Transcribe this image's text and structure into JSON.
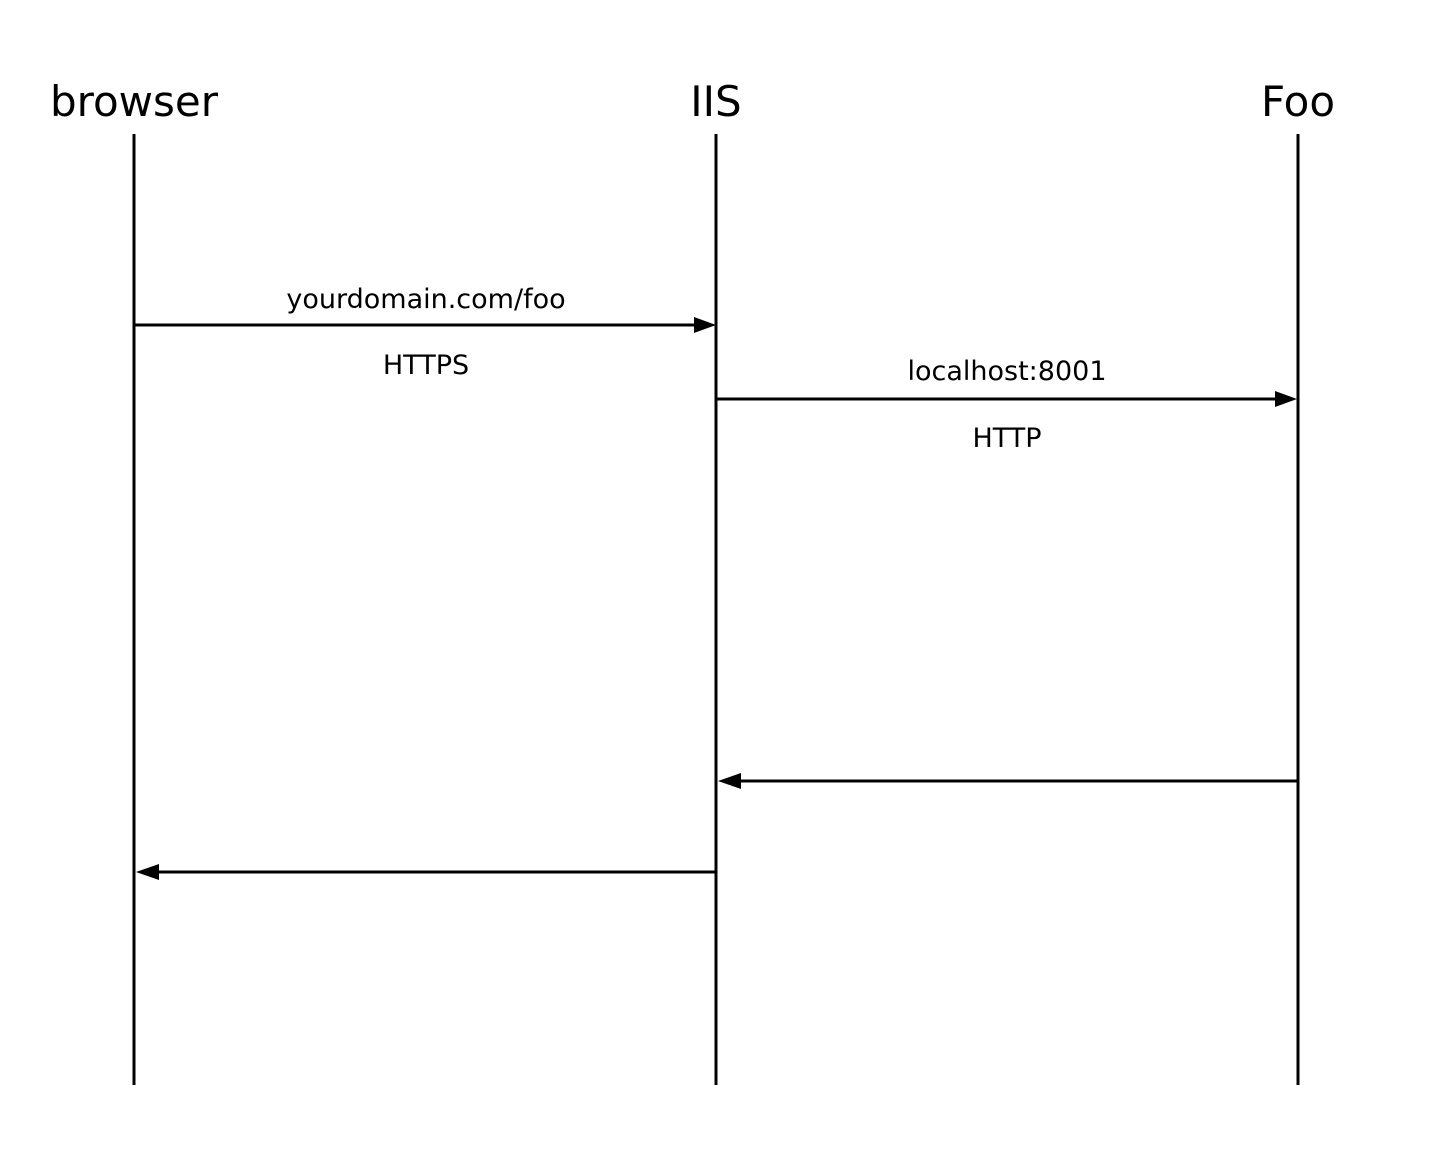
{
  "participants": [
    {
      "id": "browser",
      "label": "browser"
    },
    {
      "id": "iis",
      "label": "IIS"
    },
    {
      "id": "foo",
      "label": "Foo"
    }
  ],
  "messages": [
    {
      "from": "browser",
      "to": "iis",
      "label_above": "yourdomain.com/foo",
      "label_below": "HTTPS"
    },
    {
      "from": "iis",
      "to": "foo",
      "label_above": "localhost:8001",
      "label_below": "HTTP"
    },
    {
      "from": "foo",
      "to": "iis",
      "label_above": "",
      "label_below": ""
    },
    {
      "from": "iis",
      "to": "browser",
      "label_above": "",
      "label_below": ""
    }
  ],
  "colors": {
    "line": "#000000",
    "text": "#000000",
    "background": "#ffffff"
  }
}
